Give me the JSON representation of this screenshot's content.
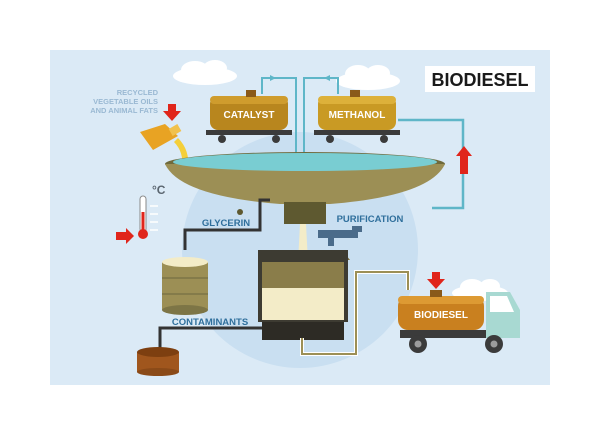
{
  "title": "BIODIESEL",
  "labels": {
    "oils_line1": "RECYCLED",
    "oils_line2": "VEGETABLE OILS",
    "oils_line3": "AND ANIMAL FATS",
    "catalyst": "CATALYST",
    "methanol": "METHANOL",
    "glycerin": "GLYCERIN",
    "purification": "PURIFICATION",
    "contaminants": "CONTAMINANTS",
    "biodiesel_truck": "BIODIESEL",
    "temp_unit": "°C"
  },
  "colors": {
    "background": "#d9e9f6",
    "tank_body": "#b89228",
    "tank_dark": "#7d4f1c",
    "bowl": "#9c8f55",
    "water": "#79cdd2",
    "pipe": "#3a3a3a",
    "pipe_blue": "#5fb6c8",
    "arrow_red": "#e0251b",
    "text_label": "#2f6f9c",
    "truck_cab": "#a8d9d2",
    "product": "#f3ecc8"
  },
  "icons": [
    "drop-arrow-icon",
    "up-arrow-icon",
    "thermometer-icon",
    "faucet-icon",
    "cloud-icon",
    "oil-jug-icon"
  ]
}
